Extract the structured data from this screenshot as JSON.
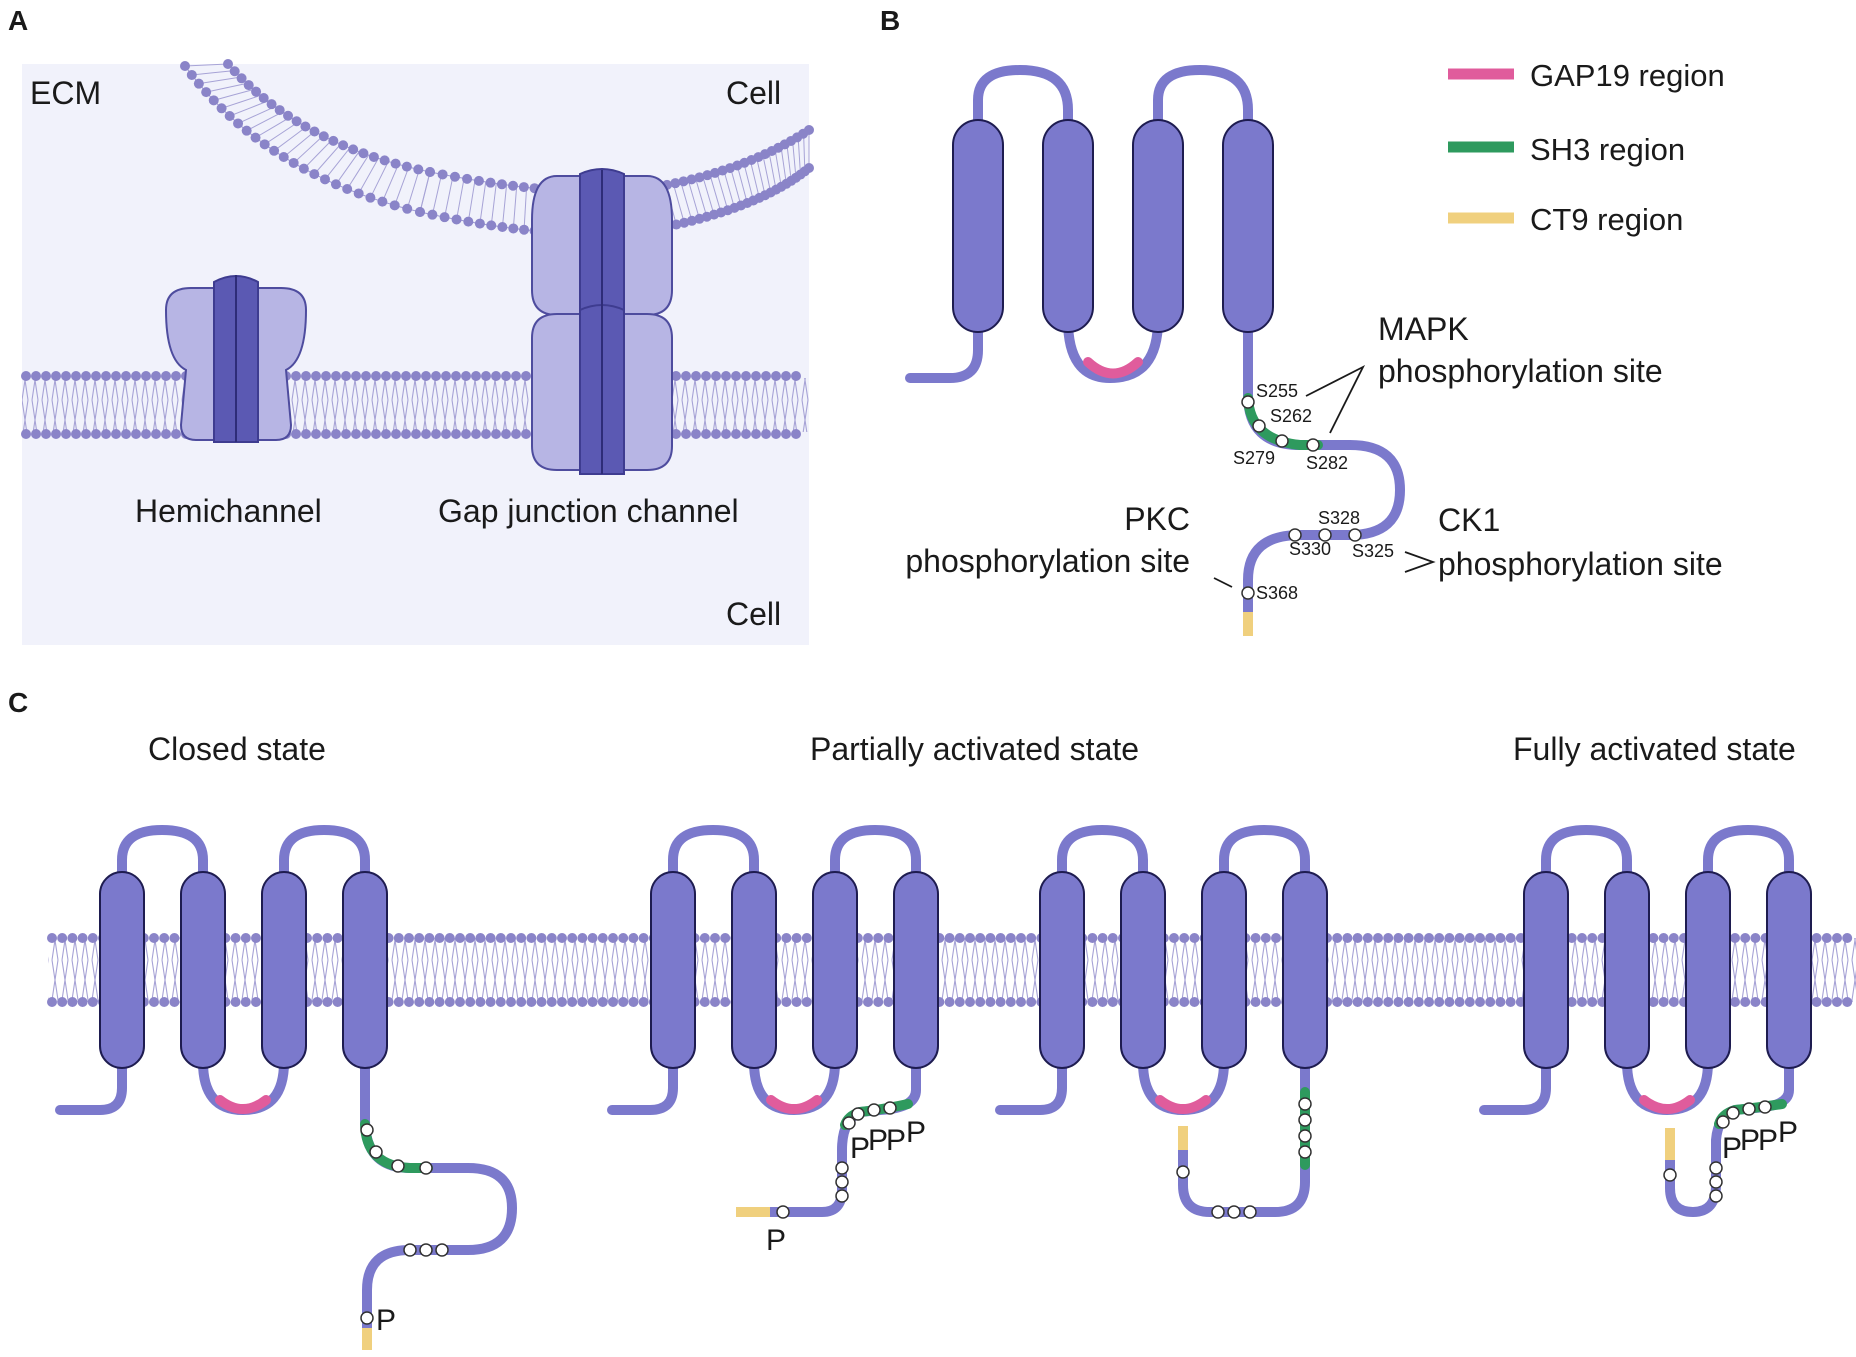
{
  "panels": {
    "a": {
      "letter": "A",
      "ecm_label": "ECM",
      "cell_top_label": "Cell",
      "cell_bottom_label": "Cell",
      "hemichannel_label": "Hemichannel",
      "gap_junction_label": "Gap junction channel"
    },
    "b": {
      "letter": "B",
      "legend": [
        {
          "label": "GAP19 region",
          "color": "#e05c9c"
        },
        {
          "label": "SH3 region",
          "color": "#2e9a5e"
        },
        {
          "label": "CT9 region",
          "color": "#f0d07e"
        }
      ],
      "mapk_label_1": "MAPK",
      "mapk_label_2": "phosphorylation site",
      "pkc_label_1": "PKC",
      "pkc_label_2": "phosphorylation site",
      "ck1_label_1": "CK1",
      "ck1_label_2": "phosphorylation site",
      "sites": {
        "s255": "S255",
        "s262": "S262",
        "s279": "S279",
        "s282": "S282",
        "s328": "S328",
        "s330": "S330",
        "s325": "S325",
        "s368": "S368"
      }
    },
    "c": {
      "letter": "C",
      "closed_title": "Closed state",
      "partial_title": "Partially activated state",
      "full_title": "Fully activated state",
      "p": "P"
    }
  },
  "colors": {
    "protein": "#7b79cc",
    "protein_dark": "#5a58b0",
    "channel_light": "#b7b5e4",
    "channel_dark": "#5b59b3",
    "lipid_head": "#8a84c8",
    "panel_a_bg": "#f1f2fb"
  }
}
